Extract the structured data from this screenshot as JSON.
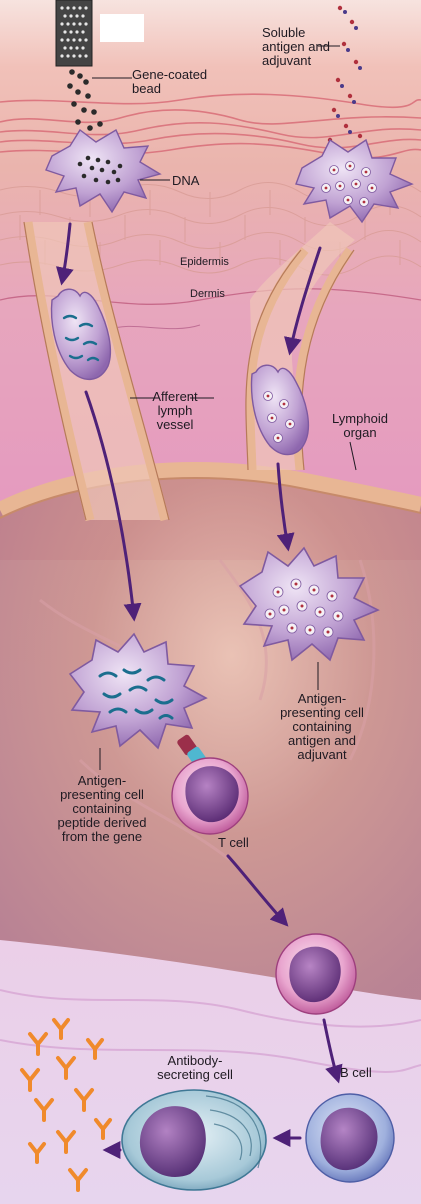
{
  "labels": {
    "gene_coated_bead": "Gene-coated\nbead",
    "soluble_antigen": "Soluble\nantigen and\nadjuvant",
    "dna": "DNA",
    "epidermis": "Epidermis",
    "dermis": "Dermis",
    "afferent_lymph_vessel": "Afferent\nlymph\nvessel",
    "lymphoid_organ": "Lymphoid\norgan",
    "apc_adjuvant": "Antigen-\npresenting cell\ncontaining\nantigen and\nadjuvant",
    "apc_gene": "Antigen-\npresenting cell\ncontaining\npeptide derived\nfrom the gene",
    "t_cell": "T cell",
    "b_cell": "B cell",
    "antibody_secreting_cell": "Antibody-\nsecreting cell"
  },
  "colors": {
    "skin_top": "#f0b9b4",
    "dermis": "#e8a5c3",
    "vessel_wall": "#e8b694",
    "lymph_interior": "#c98b93",
    "membrane": "#f4c7d6",
    "cell_purple": "#b08bc6",
    "nucleus_dark": "#5c2c7f",
    "tcell_pink": "#e77fb7",
    "antibody_orange": "#f08a2c",
    "arrow": "#4e2178",
    "bcell_blue": "#6d7fc6",
    "secreting_cell_teal": "#8bb6c7"
  }
}
